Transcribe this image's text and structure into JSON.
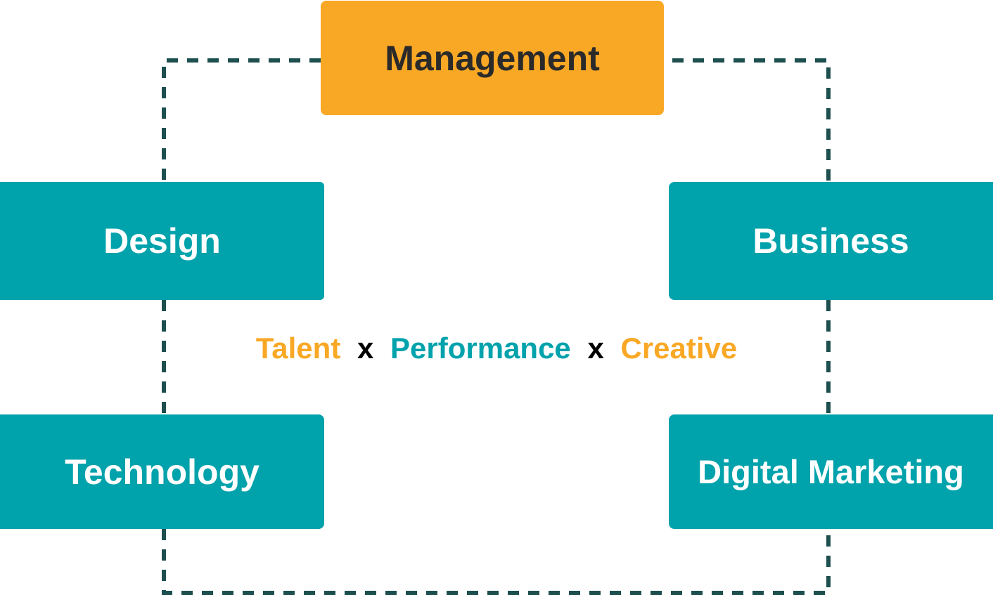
{
  "colors": {
    "primary": "#F9A825",
    "secondary": "#00A2AB",
    "connector": "#1E4F4F",
    "separator": "#000000"
  },
  "nodes": {
    "management": "Management",
    "design": "Design",
    "business": "Business",
    "technology": "Technology",
    "digital_marketing": "Digital Marketing"
  },
  "tagline": {
    "word1": "Talent",
    "sep1": "x",
    "word2": "Performance",
    "sep2": "x",
    "word3": "Creative"
  }
}
